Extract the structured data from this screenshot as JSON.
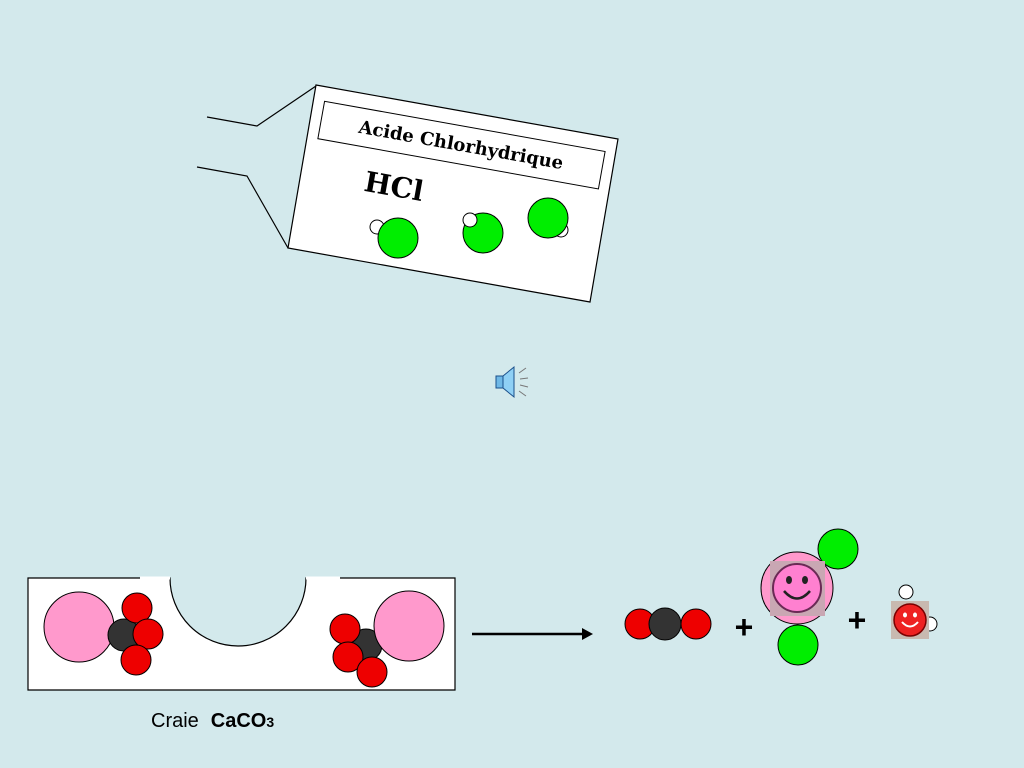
{
  "bottle": {
    "label_title": "Acide Chlorhydrique",
    "formula": "HCl"
  },
  "chalk": {
    "caption_word": "Craie",
    "caption_formula_main": "CaCO",
    "caption_formula_sub": "3"
  },
  "equation": {
    "plus_1": "+",
    "plus_2": "+"
  },
  "icons": {
    "sound": "speaker-icon",
    "smiley_pink": "smiley-face-icon",
    "smiley_red": "smiley-face-icon"
  },
  "colors": {
    "background": "#d3e9ec",
    "chlorine": "#00ee00",
    "hydrogen": "#ffffff",
    "oxygen": "#ee0000",
    "carbon": "#333333",
    "calcium": "#ff99cc"
  }
}
